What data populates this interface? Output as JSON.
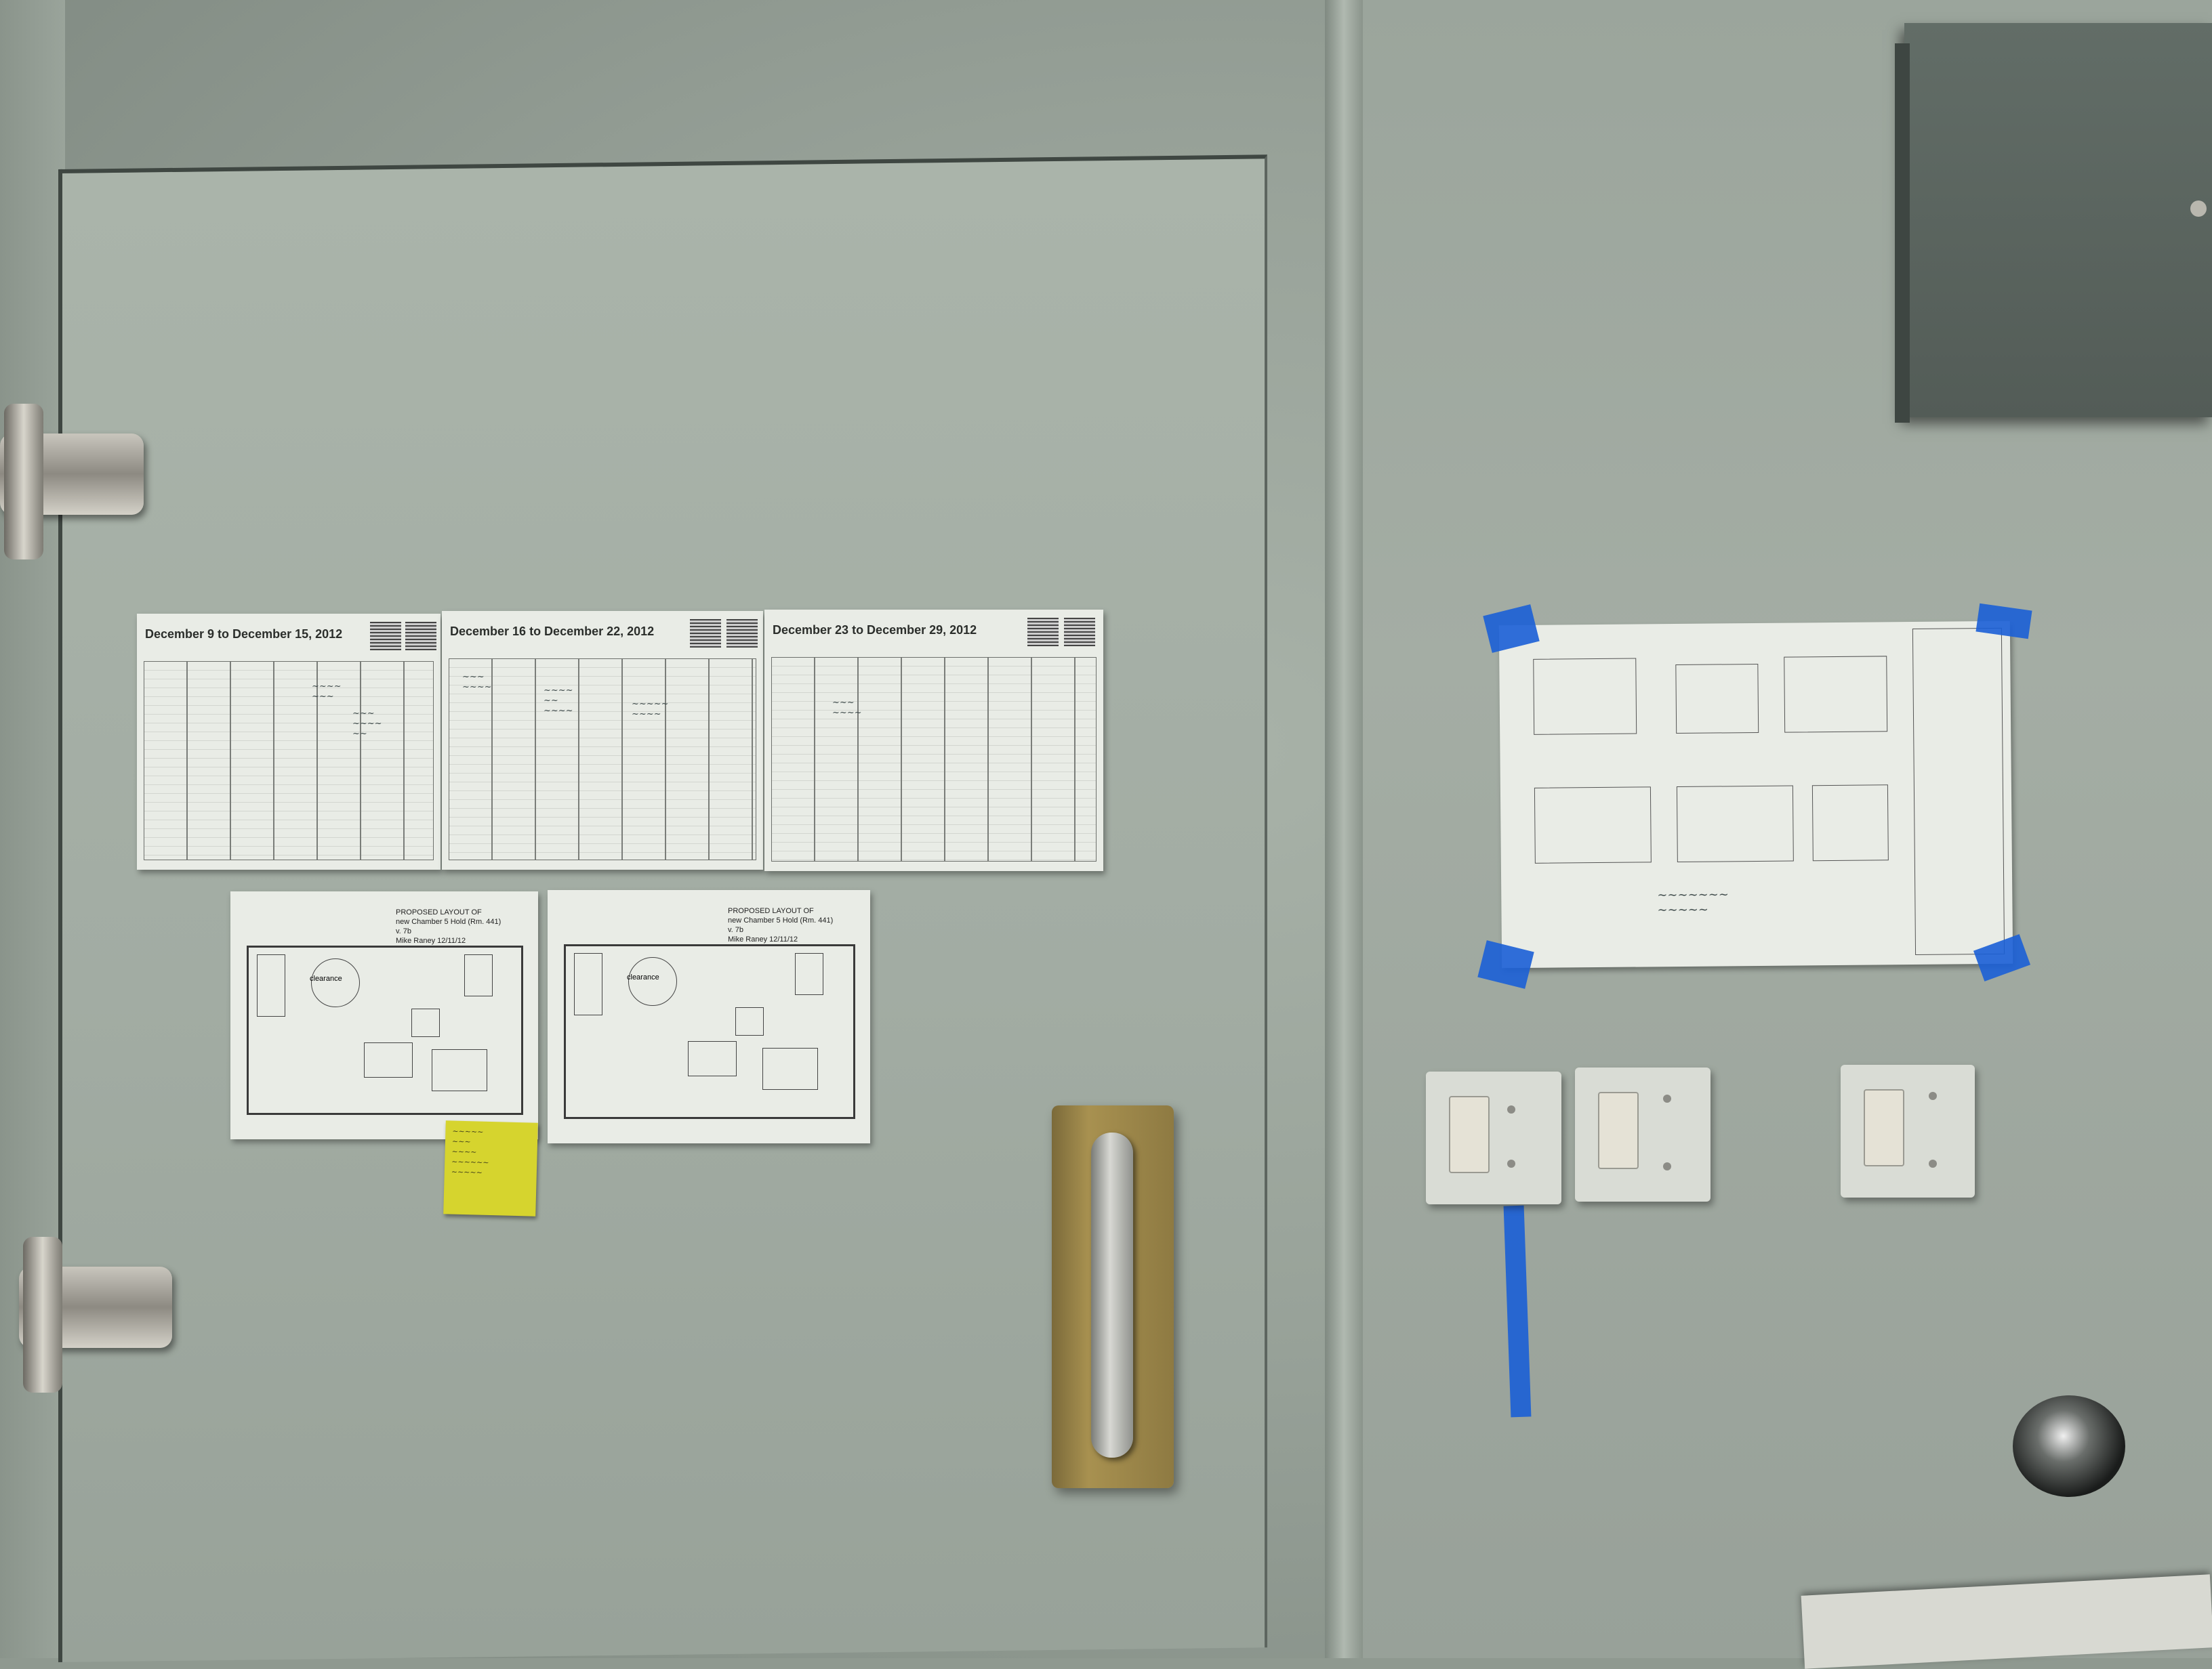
{
  "calendars": [
    {
      "title": "December 9 to December 15, 2012"
    },
    {
      "title": "December 16 to December 22, 2012"
    },
    {
      "title": "December 23 to December 29, 2012"
    }
  ],
  "layouts": [
    {
      "title_lines": [
        "PROPOSED LAYOUT OF",
        "new Chamber 5 Hold (Rm. 441)",
        "v. 7b",
        "Mike Raney 12/11/12"
      ],
      "clearance_label": "clearance"
    },
    {
      "title_lines": [
        "PROPOSED LAYOUT OF",
        "new Chamber 5 Hold (Rm. 441)",
        "v. 7b",
        "Mike Raney 12/11/12"
      ],
      "clearance_label": "clearance"
    }
  ],
  "colors": {
    "wall": "#a2aca3",
    "tape": "#1b5fd6",
    "sticky_note": "#d6d42e",
    "handle_plate": "#a89150"
  }
}
